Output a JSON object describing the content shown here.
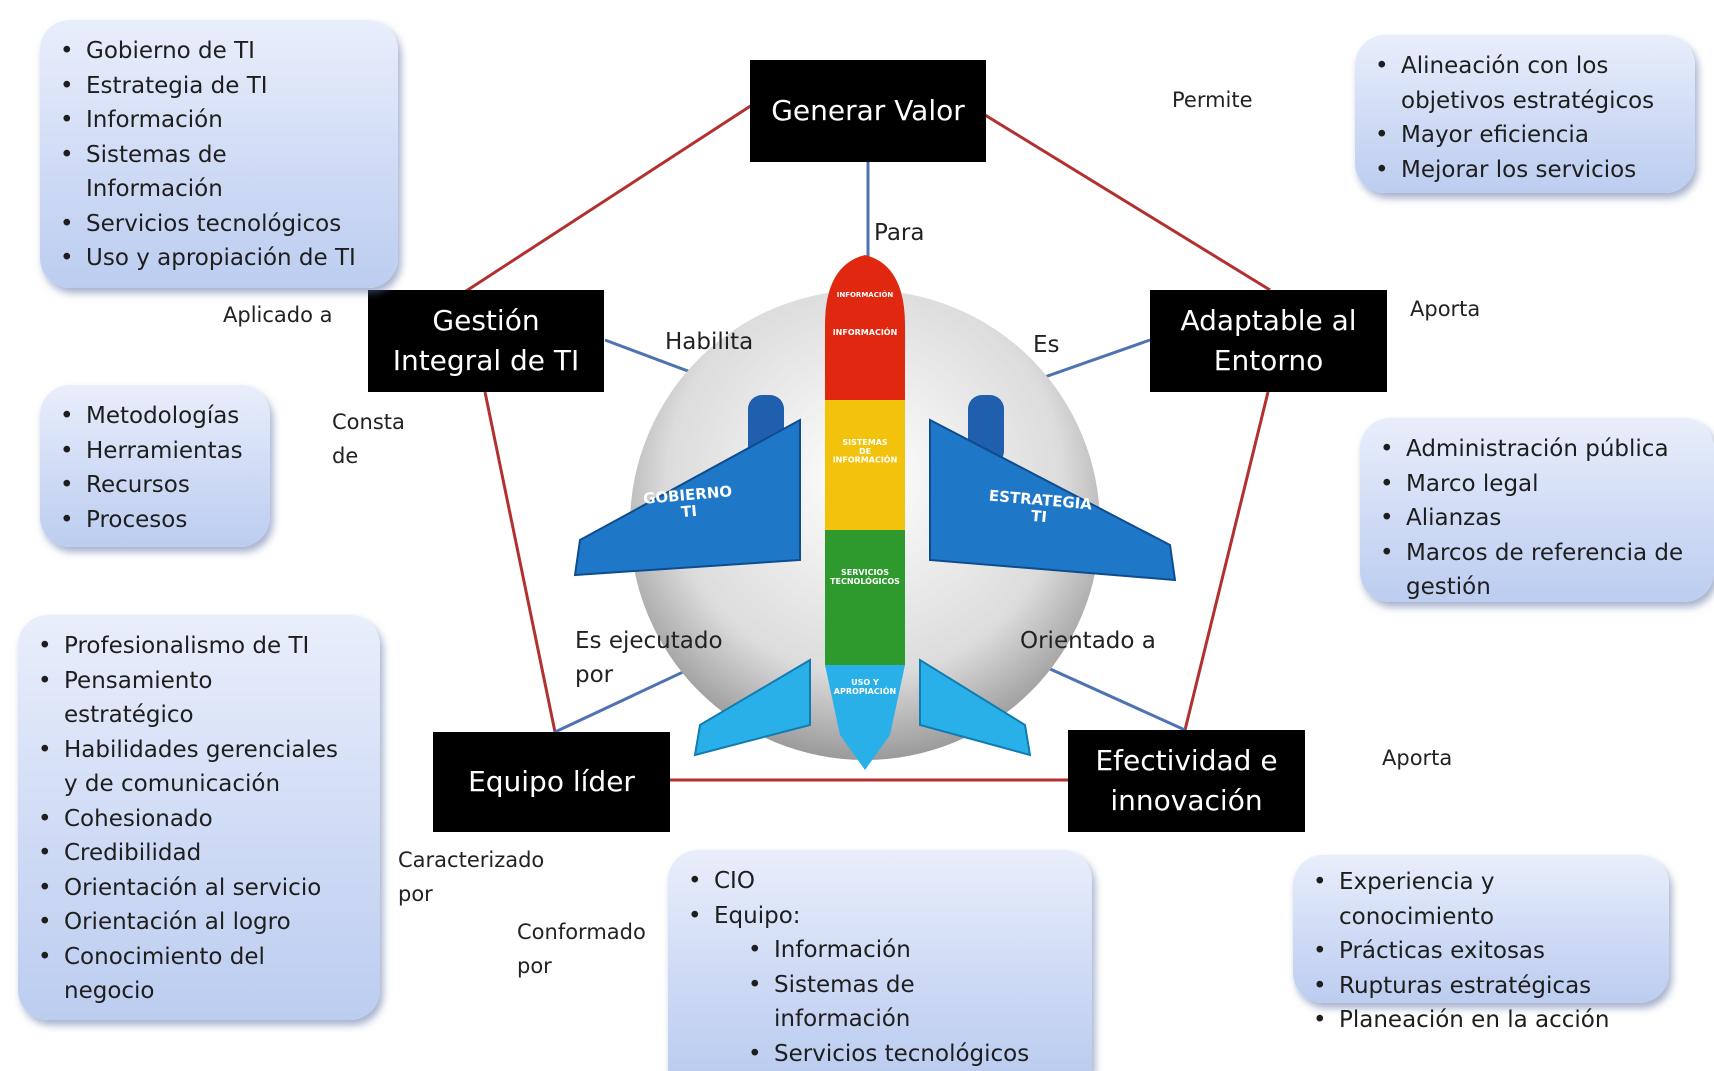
{
  "colors": {
    "pentagon_edge": "#b23030",
    "connector": "#4f73b0",
    "node_bg": "#000000",
    "node_text": "#ffffff",
    "fuselage_red": "#e02810",
    "fuselage_yellow": "#f2c20c",
    "fuselage_green": "#2e9a2e",
    "fuselage_blue": "#2ab0e8",
    "wing": "#1f77c8"
  },
  "nodes": {
    "generar_valor": "Generar Valor",
    "gestion": "Gestión\nIntegral de TI",
    "adaptable": "Adaptable al\nEntorno",
    "equipo": "Equipo líder",
    "efectividad": "Efectividad e\ninnovación"
  },
  "labels": {
    "permite": "Permite",
    "para": "Para",
    "aplicado": "Aplicado a",
    "habilita": "Habilita",
    "es": "Es",
    "aporta_top": "Aporta",
    "consta": "Consta\nde",
    "ejecutado": "Es ejecutado\npor",
    "orientado": "Orientado a",
    "aporta_bottom": "Aporta",
    "caracterizado": "Caracterizado\npor",
    "conformado": "Conformado\npor"
  },
  "boxes": {
    "top_left": [
      "Gobierno de TI",
      "Estrategia de TI",
      "Información",
      "Sistemas de\nInformación",
      "Servicios tecnológicos",
      "Uso y apropiación de TI"
    ],
    "top_right": [
      "Alineación con los\nobjetivos estratégicos",
      "Mayor eficiencia",
      "Mejorar los servicios"
    ],
    "mid_left": [
      "Metodologías",
      "Herramientas",
      "Recursos",
      "Procesos"
    ],
    "mid_right": [
      "Administración pública",
      "Marco legal",
      "Alianzas",
      "Marcos de referencia de\ngestión"
    ],
    "bottom_left": [
      "Profesionalismo de TI",
      "Pensamiento\nestratégico",
      "Habilidades gerenciales\ny de comunicación",
      "Cohesionado",
      "Credibilidad",
      "Orientación al servicio",
      "Orientación al logro",
      "Conocimiento del\nnegocio"
    ],
    "bottom_center": {
      "items": [
        "CIO",
        "Equipo:"
      ],
      "sub_items": [
        "Información",
        "Sistemas de\ninformación",
        "Servicios tecnológicos"
      ]
    },
    "bottom_right": [
      "Experiencia y conocimiento",
      "Prácticas exitosas",
      "Rupturas estratégicas",
      "Planeación en la acción"
    ]
  },
  "plane": {
    "wing_left": "GOBIERNO\nTI",
    "wing_right": "ESTRATEGIA\nTI",
    "seg_red_1": "INFORMACIÓN",
    "seg_red_2": "INFORMACIÓN",
    "seg_yellow": "SISTEMAS\nDE\nINFORMACIÓN",
    "seg_green": "SERVICIOS\nTECNOLÓGICOS",
    "seg_tail": "USO Y\nAPROPIACIÓN"
  }
}
